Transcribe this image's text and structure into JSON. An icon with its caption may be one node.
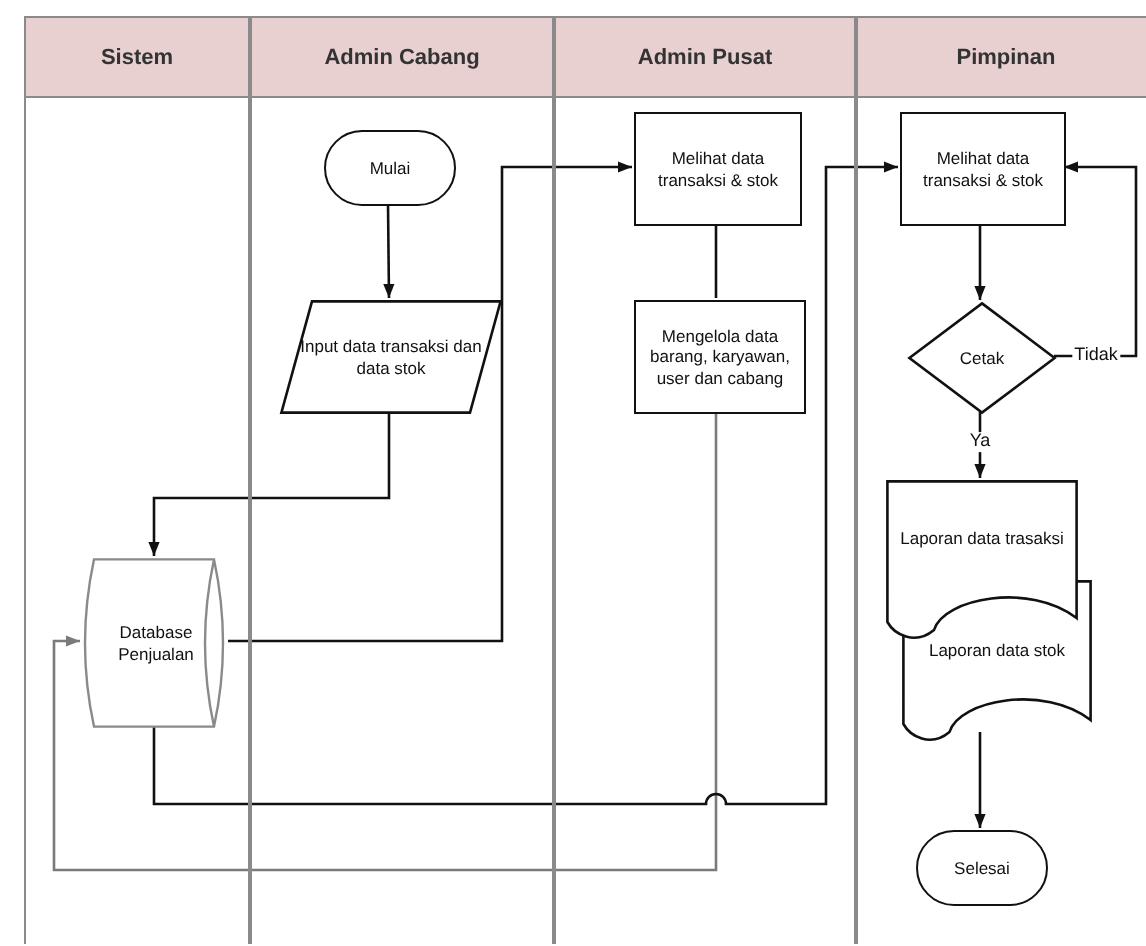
{
  "diagram": {
    "nodes": [
      {
        "text": [
          "Sistem"
        ]
      },
      {
        "text": [
          "Admin Cabang"
        ]
      },
      {
        "text": [
          "Admin Pusat"
        ]
      },
      {
        "text": [
          "Pimpinan"
        ]
      },
      {
        "text": [
          "Mulai"
        ],
        "in": 1
      },
      {
        "text": [
          "Input data transaksi dan data stok"
        ],
        "in": 1
      },
      {
        "text": [
          "Melihat data transaksi & stok"
        ],
        "in": 2
      },
      {
        "text": [
          "Mengelola data barang, karyawan, user dan cabang"
        ],
        "in": 2
      },
      {
        "text": [
          "Database Penjualan"
        ],
        "in": 0
      },
      {
        "text": [
          "Melihat data transaksi & stok"
        ],
        "in": 3
      },
      {
        "text": [
          "Cetak"
        ],
        "in": 3
      },
      {
        "text": [
          "Laporan data trasaksi"
        ],
        "in": 3
      },
      {
        "text": [
          "Laporan data stok"
        ],
        "in": 3
      },
      {
        "text": [
          "Selesai"
        ],
        "in": 3
      }
    ],
    "edges": [
      {
        "from": 4,
        "to": 5,
        "arrow": "to"
      },
      {
        "from": 5,
        "to": 8,
        "arrow": "to"
      },
      {
        "from": 8,
        "to": 6,
        "arrow": "to"
      },
      {
        "from": 6,
        "to": 7,
        "arrow": "none"
      },
      {
        "from": 7,
        "to": 8,
        "arrow": "to",
        "color": "#7a7a7a"
      },
      {
        "from": 8,
        "to": 9,
        "arrow": "to"
      },
      {
        "from": 9,
        "to": 10,
        "arrow": "to"
      },
      {
        "from": 10,
        "to": 9,
        "arrow": "to",
        "label": "Tidak"
      },
      {
        "from": 10,
        "to": 11,
        "arrow": "to",
        "label": "Ya"
      },
      {
        "from": 12,
        "to": 13,
        "arrow": "to"
      }
    ]
  }
}
